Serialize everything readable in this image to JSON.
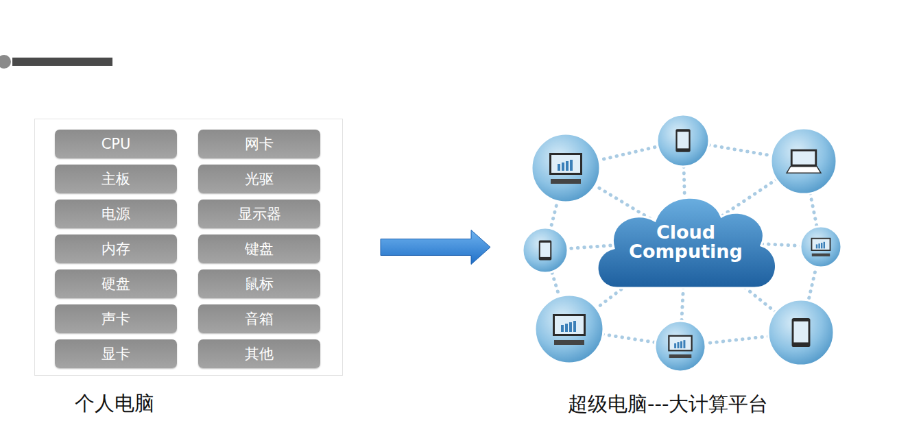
{
  "diagram": {
    "nodes": [
      {
        "text": [
          "个人电脑"
        ]
      },
      {
        "text": [
          "CPU"
        ],
        "in": 0
      },
      {
        "text": [
          "网卡"
        ],
        "in": 0
      },
      {
        "text": [
          "主板"
        ],
        "in": 0
      },
      {
        "text": [
          "光驱"
        ],
        "in": 0
      },
      {
        "text": [
          "电源"
        ],
        "in": 0
      },
      {
        "text": [
          "显示器"
        ],
        "in": 0
      },
      {
        "text": [
          "内存"
        ],
        "in": 0
      },
      {
        "text": [
          "键盘"
        ],
        "in": 0
      },
      {
        "text": [
          "硬盘"
        ],
        "in": 0
      },
      {
        "text": [
          "鼠标"
        ],
        "in": 0
      },
      {
        "text": [
          "声卡"
        ],
        "in": 0
      },
      {
        "text": [
          "音箱"
        ],
        "in": 0
      },
      {
        "text": [
          "显卡"
        ],
        "in": 0
      },
      {
        "text": [
          "其他"
        ],
        "in": 0
      },
      {
        "text": [
          "超级电脑---大计算平台"
        ]
      },
      {
        "text": [
          "Cloud Computing"
        ],
        "in": 15
      }
    ],
    "edges": [
      {
        "from": 0,
        "to": 15,
        "arrow": "to"
      }
    ]
  }
}
